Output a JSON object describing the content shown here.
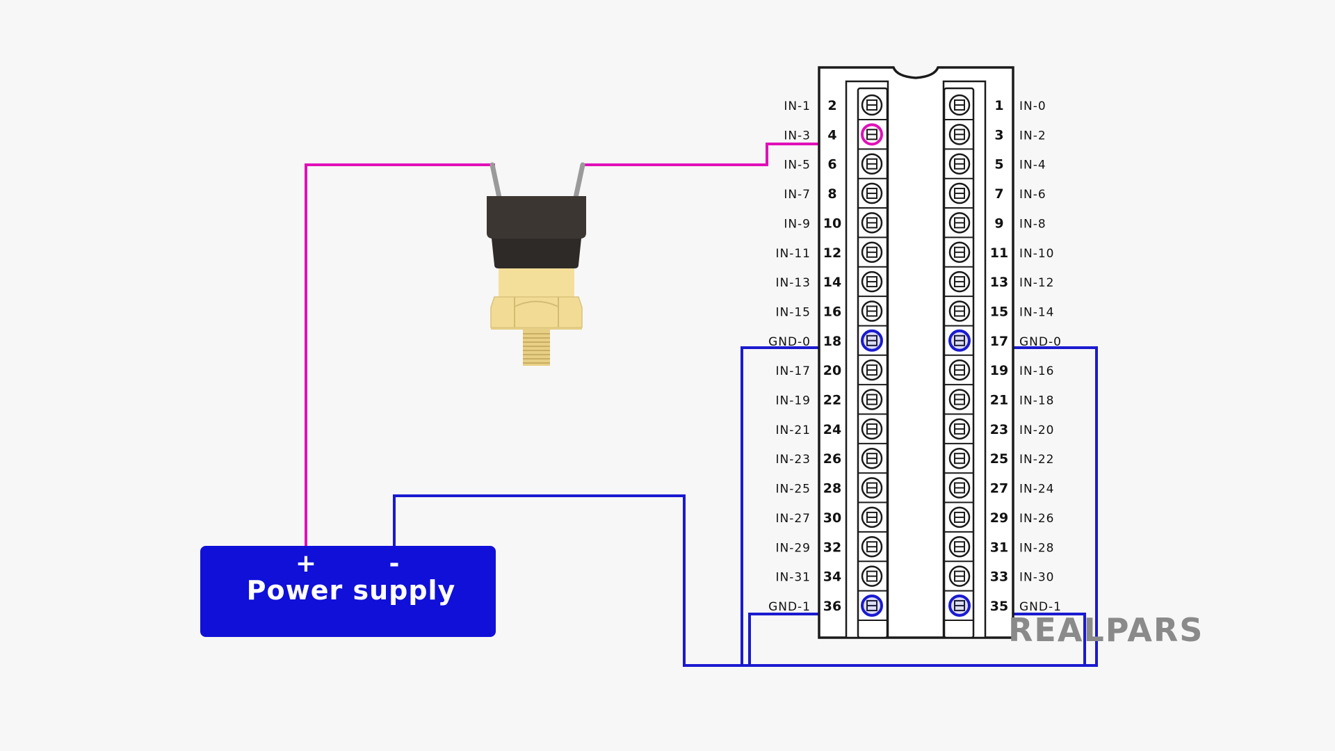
{
  "colors": {
    "background": "#f7f7f7",
    "signal_wire": "#e010b8",
    "ground_wire": "#1a1ad0",
    "power_supply": "#1010d8",
    "terminal_outline": "#1a1a1a",
    "logo": "#8a8a8a"
  },
  "power_supply": {
    "label": "Power supply",
    "plus": "+",
    "minus": "-"
  },
  "sensor": {
    "icon": "pressure-switch-icon"
  },
  "terminal_block": {
    "left_pins": [
      {
        "num": "2",
        "label": "IN-1",
        "mark": "none"
      },
      {
        "num": "4",
        "label": "IN-3",
        "mark": "signal"
      },
      {
        "num": "6",
        "label": "IN-5",
        "mark": "none"
      },
      {
        "num": "8",
        "label": "IN-7",
        "mark": "none"
      },
      {
        "num": "10",
        "label": "IN-9",
        "mark": "none"
      },
      {
        "num": "12",
        "label": "IN-11",
        "mark": "none"
      },
      {
        "num": "14",
        "label": "IN-13",
        "mark": "none"
      },
      {
        "num": "16",
        "label": "IN-15",
        "mark": "none"
      },
      {
        "num": "18",
        "label": "GND-0",
        "mark": "ground"
      },
      {
        "num": "20",
        "label": "IN-17",
        "mark": "none"
      },
      {
        "num": "22",
        "label": "IN-19",
        "mark": "none"
      },
      {
        "num": "24",
        "label": "IN-21",
        "mark": "none"
      },
      {
        "num": "26",
        "label": "IN-23",
        "mark": "none"
      },
      {
        "num": "28",
        "label": "IN-25",
        "mark": "none"
      },
      {
        "num": "30",
        "label": "IN-27",
        "mark": "none"
      },
      {
        "num": "32",
        "label": "IN-29",
        "mark": "none"
      },
      {
        "num": "34",
        "label": "IN-31",
        "mark": "none"
      },
      {
        "num": "36",
        "label": "GND-1",
        "mark": "ground"
      }
    ],
    "right_pins": [
      {
        "num": "1",
        "label": "IN-0",
        "mark": "none"
      },
      {
        "num": "3",
        "label": "IN-2",
        "mark": "none"
      },
      {
        "num": "5",
        "label": "IN-4",
        "mark": "none"
      },
      {
        "num": "7",
        "label": "IN-6",
        "mark": "none"
      },
      {
        "num": "9",
        "label": "IN-8",
        "mark": "none"
      },
      {
        "num": "11",
        "label": "IN-10",
        "mark": "none"
      },
      {
        "num": "13",
        "label": "IN-12",
        "mark": "none"
      },
      {
        "num": "15",
        "label": "IN-14",
        "mark": "none"
      },
      {
        "num": "17",
        "label": "GND-0",
        "mark": "ground"
      },
      {
        "num": "19",
        "label": "IN-16",
        "mark": "none"
      },
      {
        "num": "21",
        "label": "IN-18",
        "mark": "none"
      },
      {
        "num": "23",
        "label": "IN-20",
        "mark": "none"
      },
      {
        "num": "25",
        "label": "IN-22",
        "mark": "none"
      },
      {
        "num": "27",
        "label": "IN-24",
        "mark": "none"
      },
      {
        "num": "29",
        "label": "IN-26",
        "mark": "none"
      },
      {
        "num": "31",
        "label": "IN-28",
        "mark": "none"
      },
      {
        "num": "33",
        "label": "IN-30",
        "mark": "none"
      },
      {
        "num": "35",
        "label": "GND-1",
        "mark": "ground"
      }
    ]
  },
  "logo": {
    "text": "REALPARS"
  }
}
